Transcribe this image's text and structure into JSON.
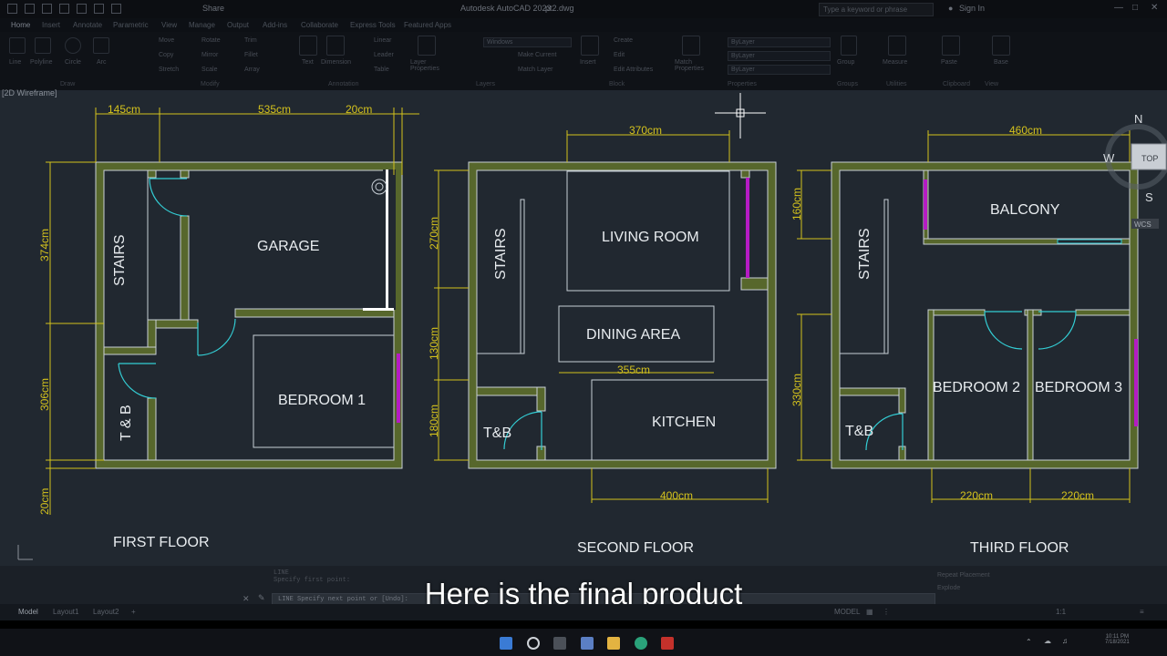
{
  "window": {
    "title": "Autodesk AutoCAD 2023",
    "filename": "pt2.dwg",
    "share_label": "Share",
    "search_placeholder": "Type a keyword or phrase",
    "sign_in": "Sign In"
  },
  "ribbon_tabs": [
    {
      "label": "Home",
      "active": true
    },
    {
      "label": "Insert"
    },
    {
      "label": "Annotate"
    },
    {
      "label": "Parametric"
    },
    {
      "label": "View"
    },
    {
      "label": "Manage"
    },
    {
      "label": "Output"
    },
    {
      "label": "Add-ins"
    },
    {
      "label": "Collaborate"
    },
    {
      "label": "Express Tools"
    },
    {
      "label": "Featured Apps"
    }
  ],
  "ribbon_tools": {
    "line": "Line",
    "polyline": "Polyline",
    "circle": "Circle",
    "arc": "Arc",
    "move": "Move",
    "rotate": "Rotate",
    "trim": "Trim",
    "copy": "Copy",
    "mirror": "Mirror",
    "fillet": "Fillet",
    "stretch": "Stretch",
    "scale": "Scale",
    "array": "Array",
    "text": "Text",
    "dimension": "Dimension",
    "linear": "Linear",
    "leader": "Leader",
    "table": "Table",
    "layer_properties": "Layer Properties",
    "layer_current": "Windows",
    "make_current": "Make Current",
    "match_layer": "Match Layer",
    "insert": "Insert",
    "create": "Create",
    "edit": "Edit",
    "edit_attributes": "Edit Attributes",
    "match_properties": "Match Properties",
    "bylayer_1": "ByLayer",
    "bylayer_2": "ByLayer",
    "bylayer_3": "ByLayer",
    "group": "Group",
    "measure": "Measure",
    "paste": "Paste",
    "base": "Base"
  },
  "ribbon_panels": [
    "Draw",
    "Modify",
    "Annotation",
    "Layers",
    "Block",
    "Properties",
    "Groups",
    "Utilities",
    "Clipboard",
    "View"
  ],
  "viewport_label": "[2D Wireframe]",
  "viewcube": {
    "north": "N",
    "west": "W",
    "south": "S",
    "top": "TOP",
    "wcs": "WCS"
  },
  "drawing": {
    "first_floor": {
      "title": "FIRST FLOOR",
      "dims": {
        "top_a": "145cm",
        "top_b": "535cm",
        "top_c": "20cm",
        "left_a": "374cm",
        "left_b": "306cm",
        "left_c": "20cm"
      },
      "rooms": {
        "stairs": "STAIRS",
        "garage": "GARAGE",
        "bedroom": "BEDROOM 1",
        "tb": "T & B"
      }
    },
    "second_floor": {
      "title": "SECOND FLOOR",
      "dims": {
        "top": "370cm",
        "left_a": "270cm",
        "left_b": "130cm",
        "left_c": "180cm",
        "dining": "355cm",
        "bottom": "400cm"
      },
      "rooms": {
        "stairs": "STAIRS",
        "living": "LIVING ROOM",
        "dining": "DINING AREA",
        "kitchen": "KITCHEN",
        "tb": "T&B"
      }
    },
    "third_floor": {
      "title": "THIRD FLOOR",
      "dims": {
        "top": "460cm",
        "left_a": "160cm",
        "left_b": "330cm",
        "bottom_a": "220cm",
        "bottom_b": "220cm"
      },
      "rooms": {
        "stairs": "STAIRS",
        "balcony": "BALCONY",
        "bedroom2": "BEDROOM 2",
        "bedroom3": "BEDROOM 3",
        "tb": "T&B"
      }
    }
  },
  "command": {
    "history_1": "LINE",
    "history_2": "Specify first point:",
    "current": "LINE Specify next point or [Undo]:"
  },
  "right_panel": {
    "item1": "Repeat Placement",
    "item2": "Explode"
  },
  "layout_tabs": [
    "Model",
    "Layout1",
    "Layout2"
  ],
  "status": {
    "model": "MODEL",
    "scale": "1:1"
  },
  "clock": {
    "time": "10:11 PM",
    "date": "7/18/2021"
  },
  "subtitle": "Here is the final product",
  "colors": {
    "wall": "#57672c",
    "dim": "#d4c21d",
    "door": "#33cdd4",
    "window": "#b51bc4",
    "bg": "#212830"
  }
}
